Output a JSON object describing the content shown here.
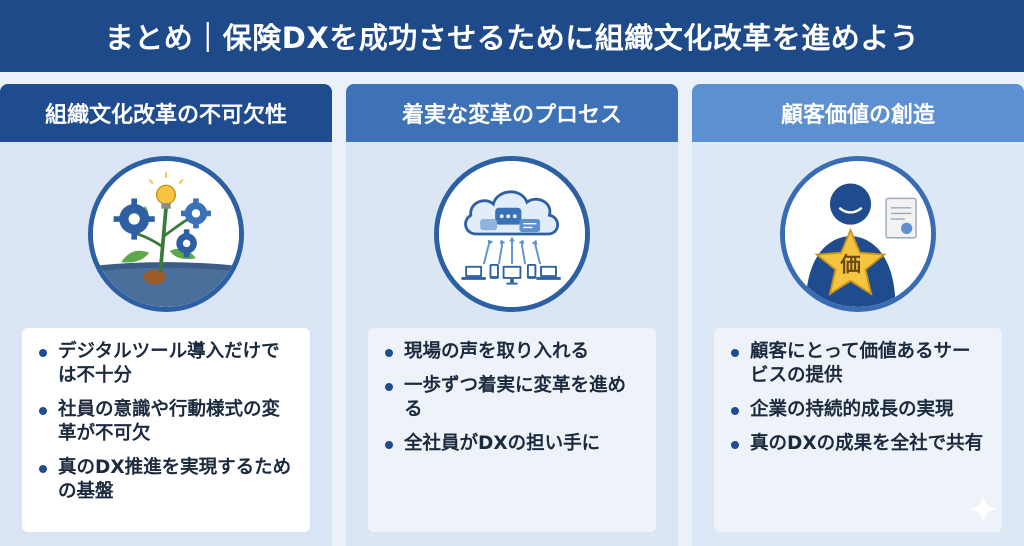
{
  "title": "まとめ｜保険DXを成功させるために組織文化改革を進めよう",
  "columns": [
    {
      "header": "組織文化改革の不可欠性",
      "icon": "plant-gears-icon",
      "bullets": [
        "デジタルツール導入だけでは不十分",
        "社員の意識や行動様式の変革が不可欠",
        "真のDX推進を実現するための基盤"
      ]
    },
    {
      "header": "着実な変革のプロセス",
      "icon": "cloud-devices-icon",
      "bullets": [
        "現場の声を取り入れる",
        "一歩ずつ着実に変革を進める",
        "全社員がDXの担い手に"
      ]
    },
    {
      "header": "顧客価値の創造",
      "icon": "person-star-icon",
      "star_text": "価",
      "bullets": [
        "顧客にとって価値あるサービスの提供",
        "企業の持続的成長の実現",
        "真のDXの成果を全社で共有"
      ]
    }
  ],
  "colors": {
    "title_bg": "#1e4a8a",
    "header_1": "#1f4c8e",
    "header_2": "#3e72b7",
    "header_3": "#5d90d1",
    "bullet": "#1f4c8e"
  }
}
